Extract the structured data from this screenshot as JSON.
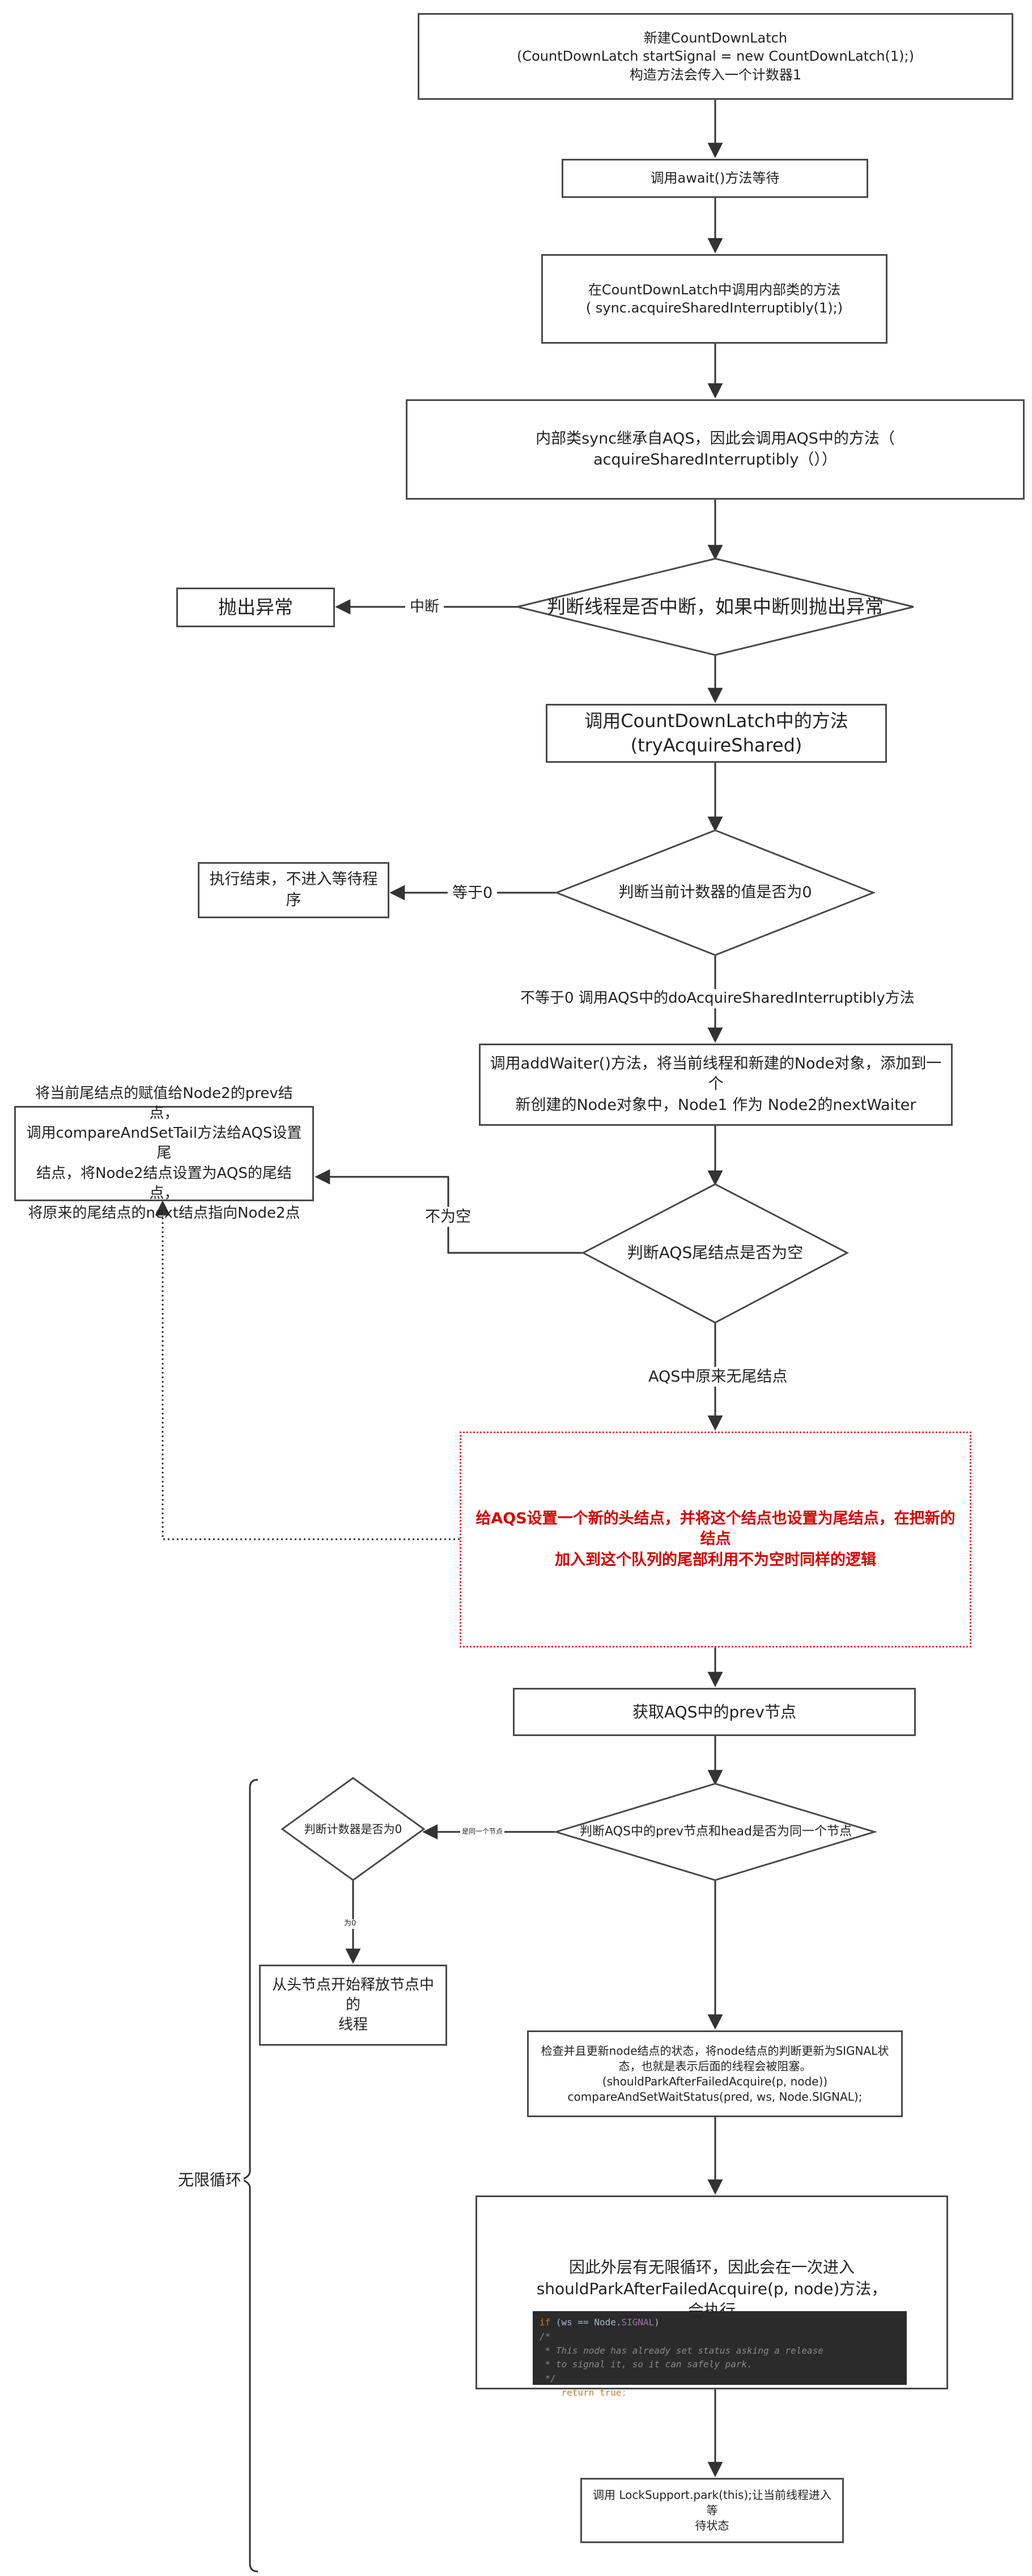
{
  "nodes": {
    "create_latch": "新建CountDownLatch\n(CountDownLatch startSignal = new CountDownLatch(1);)\n构造方法会传入一个计数器1",
    "call_await": "调用await()方法等待",
    "inner_call": "在CountDownLatch中调用内部类的方法\n( sync.acquireSharedInterruptibly(1);)",
    "sync_aqs": "内部类sync继承自AQS，因此会调用AQS中的方法（\nacquireSharedInterruptibly（））",
    "check_interrupt": "判断线程是否中断，如果中断则抛出异常",
    "throw_exception": "抛出异常",
    "try_acquire": "调用CountDownLatch中的方法\n(tryAcquireShared)",
    "check_count": "判断当前计数器的值是否为0",
    "exec_end": "执行结束，不进入等待程序",
    "add_waiter": "调用addWaiter()方法，将当前线程和新建的Node对象，添加到一个\n新创建的Node对象中，Node1 作为 Node2的nextWaiter",
    "check_tail": "判断AQS尾结点是否为空",
    "set_tail": "将当前尾结点的赋值给Node2的prev结点，\n调用compareAndSetTail方法给AQS设置尾\n结点，将Node2结点设置为AQS的尾结点，\n将原来的尾结点的next结点指向Node2点",
    "new_head": "给AQS设置一个新的头结点，并将这个结点也设置为尾结点，在把新的结点\n加入到这个队列的尾部利用不为空时同样的逻辑",
    "get_prev": "获取AQS中的prev节点",
    "check_head": "判断AQS中的prev节点和head是否为同一个节点",
    "check_counter_zero": "判断计数器是否为0",
    "release_head": "从头节点开始释放节点中的\n线程",
    "check_update": "检查并且更新node结点的状态，将node结点的判断更新为SIGNAL状\n态，也就是表示后面的线程会被阻塞。\n(shouldParkAfterFailedAcquire(p, node))\ncompareAndSetWaitStatus(pred, ws, Node.SIGNAL);",
    "loop_again": "因此外层有无限循环，因此会在一次进入\nshouldParkAfterFailedAcquire(p, node)方法，\n会执行",
    "park": "调用 LockSupport.park(this);让当前线程进入等\n待状态"
  },
  "labels": {
    "interrupted": "中断",
    "equals_zero": "等于0",
    "not_zero": "不等于0 调用AQS中的doAcquireSharedInterruptibly方法",
    "not_empty": "不为空",
    "no_tail": "AQS中原来无尾结点",
    "same_node": "是同一个节点",
    "is_zero": "为0",
    "infinite_loop": "无限循环"
  },
  "code_snippet": {
    "kw_if": "if",
    "cond_pre": " (ws == Node.",
    "signal": "SIGNAL",
    "cond_post": ")",
    "c_open": "/*",
    "c_line1": " * This node has already set status asking a release",
    "c_line2": " * to signal it, so it can safely park.",
    "c_close": " */",
    "kw_return": "return",
    "kw_true": "true"
  }
}
